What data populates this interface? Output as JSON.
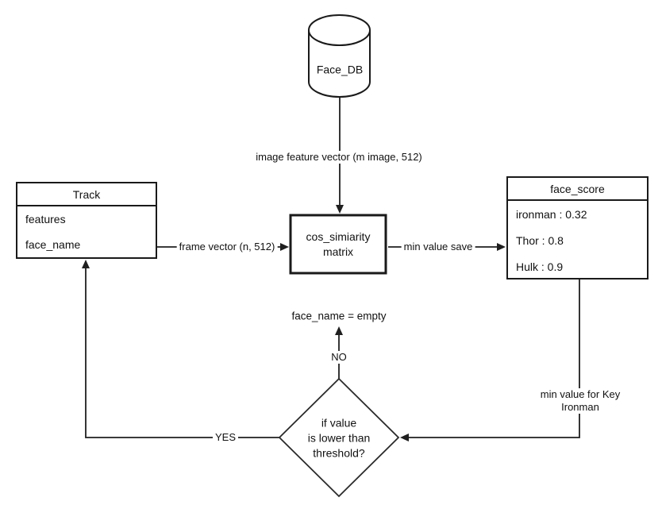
{
  "colors": {
    "line": "#1f1f1f",
    "node_border": "#1a1a1a",
    "background": "#ffffff",
    "text": "#111111"
  },
  "nodes": {
    "face_db": {
      "label": "Face_DB"
    },
    "track": {
      "title": "Track",
      "rows": [
        "features",
        "face_name"
      ]
    },
    "cos_matrix": {
      "label_line1": "cos_simiarity",
      "label_line2": "matrix"
    },
    "face_score": {
      "title": "face_score",
      "rows": [
        "ironman : 0.32",
        "Thor : 0.8",
        "Hulk : 0.9"
      ]
    },
    "decision": {
      "label_line1": "if value",
      "label_line2": "is lower than",
      "label_line3": "threshold?"
    },
    "result": {
      "label": "face_name = empty"
    }
  },
  "edges": {
    "image_feature_vector": {
      "label": "image feature vector (m image, 512)"
    },
    "frame_vector": {
      "label": "frame vector (n, 512)"
    },
    "min_value_save": {
      "label": "min value save"
    },
    "min_value_for_key": {
      "label_line1": "min value for Key",
      "label_line2": "Ironman"
    },
    "no_branch": {
      "label": "NO"
    },
    "yes_branch": {
      "label": "YES"
    }
  }
}
